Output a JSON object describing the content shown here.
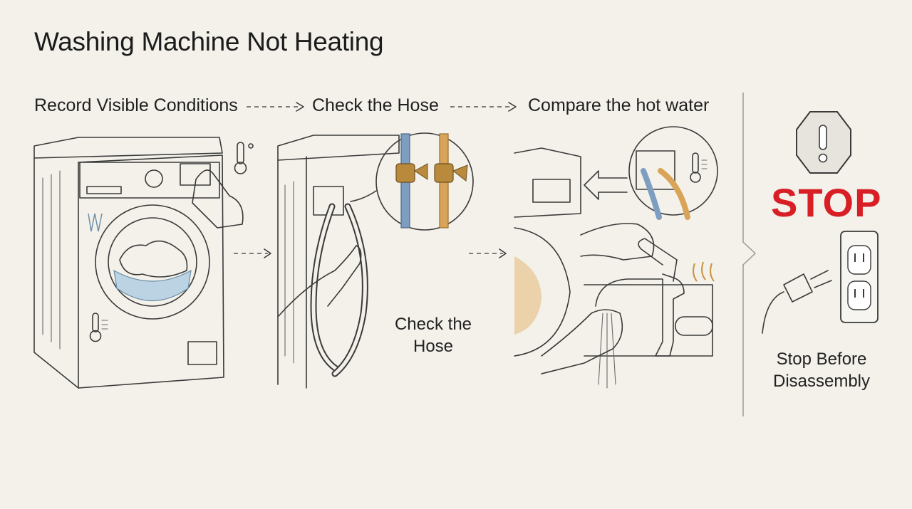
{
  "title": "Washing Machine Not Heating",
  "steps": [
    {
      "label": "Record Visible Conditions"
    },
    {
      "label": "Check the Hose"
    },
    {
      "label": "Compare the hot water"
    }
  ],
  "captions": {
    "hose": "Check the Hose",
    "stop": "Stop Before Disassembly"
  },
  "stop_sign": {
    "word": "STOP",
    "symbol": "!"
  },
  "colors": {
    "background": "#f3f1ea",
    "stop_red": "#d81f26",
    "cold_blue": "#7d9ec0",
    "hot_orange": "#d9a457",
    "brass": "#b98a3c"
  },
  "icons": [
    "thermometer-icon",
    "arrow-icon",
    "warning-octagon-icon",
    "plug-icon",
    "outlet-icon",
    "heat-waves-icon"
  ]
}
